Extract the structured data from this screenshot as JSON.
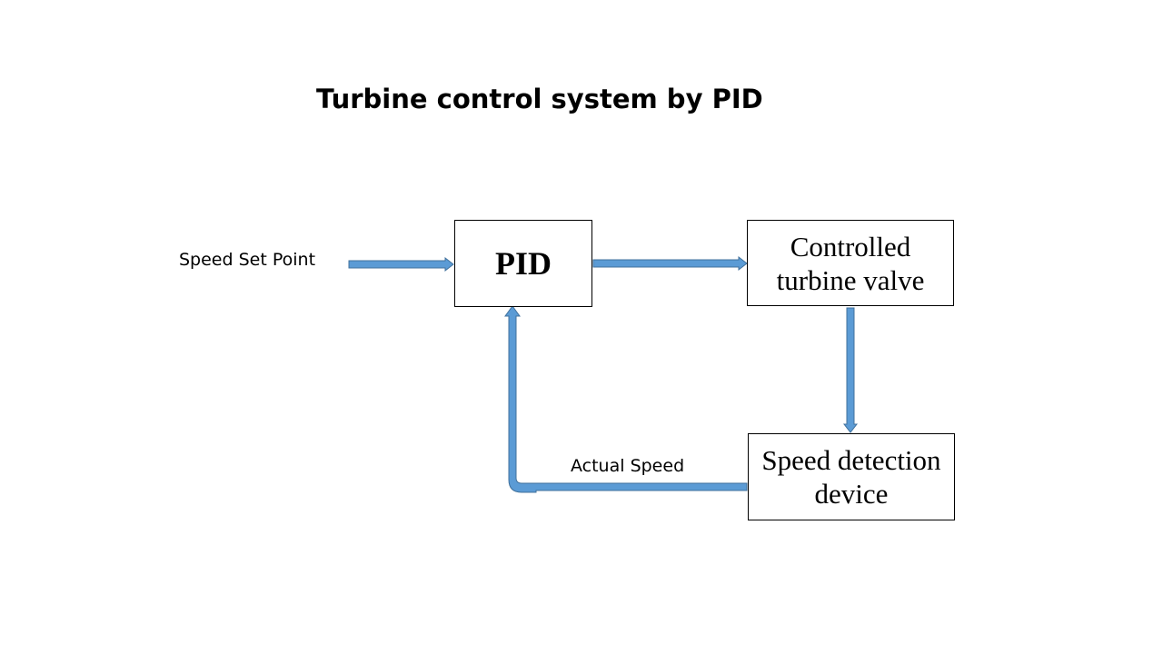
{
  "title": "Turbine control system by PID",
  "labels": {
    "setpoint": "Speed Set Point",
    "feedback": "Actual Speed"
  },
  "blocks": {
    "pid": "PID",
    "valve": "Controlled turbine valve",
    "sensor": "Speed detection device"
  },
  "colors": {
    "arrow_fill": "#5b9bd5",
    "arrow_stroke": "#41719c",
    "box_border": "#000000"
  }
}
